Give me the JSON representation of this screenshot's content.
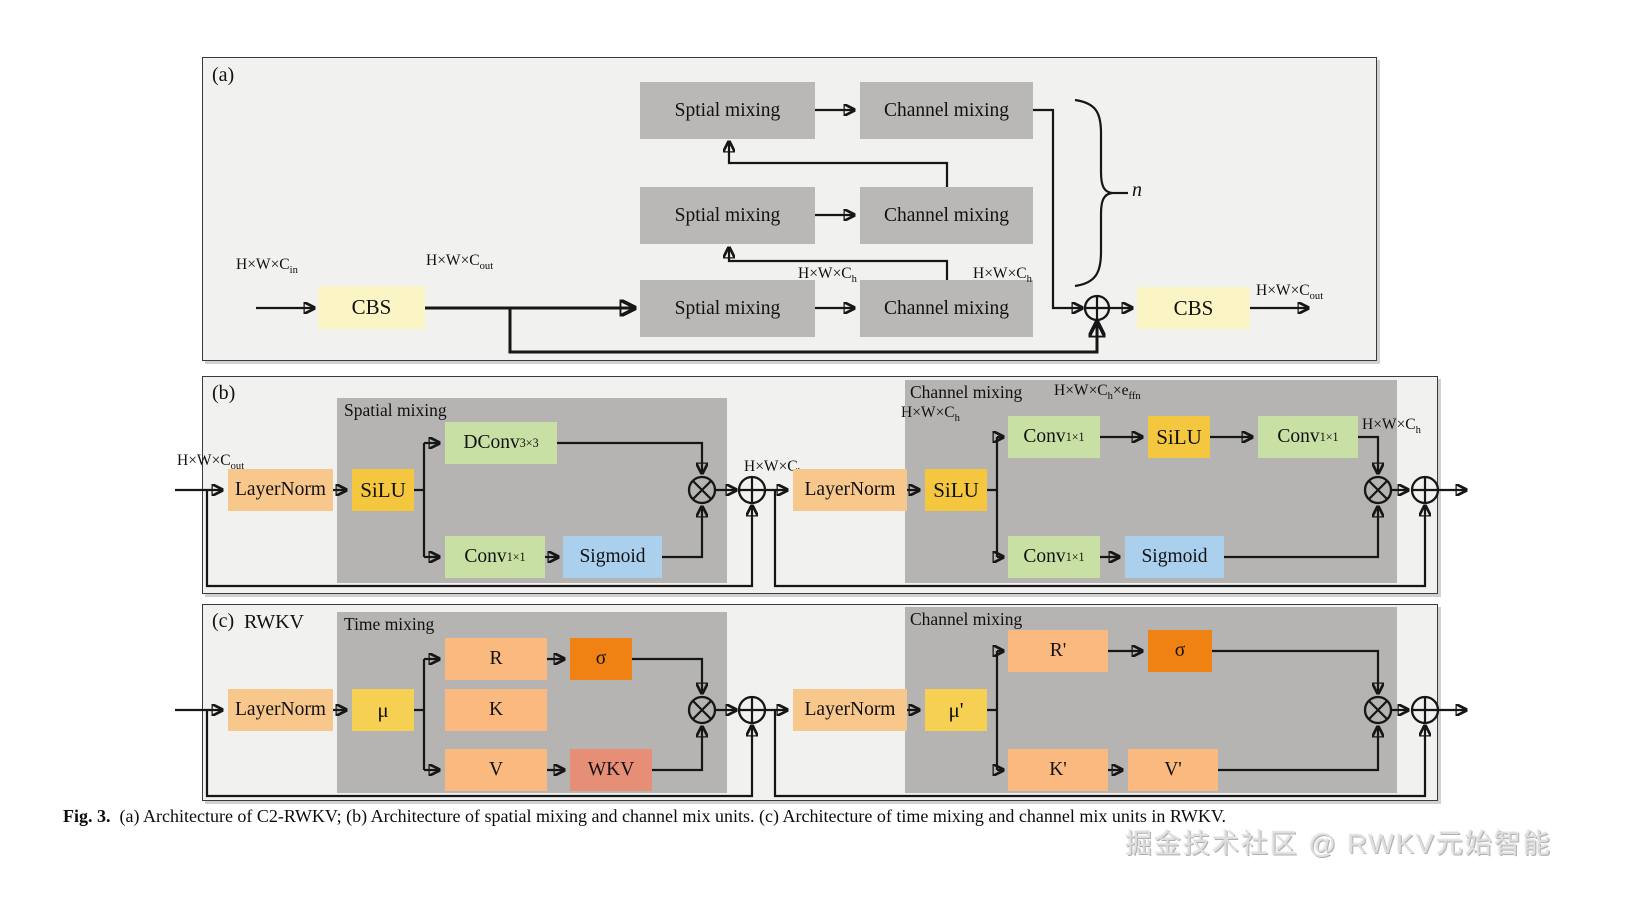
{
  "panel_a": {
    "tag": "(a)",
    "spatial_box": "Sptial mixing",
    "channel_box": "Channel mixing",
    "cbs": "CBS",
    "repeat_label": "n",
    "dim_in": {
      "base": "H×W×C",
      "sub": "in"
    },
    "dim_out": {
      "base": "H×W×C",
      "sub": "out"
    },
    "dim_h": {
      "base": "H×W×C",
      "sub": "h"
    }
  },
  "panel_b": {
    "tag": "(b)",
    "group1": "Spatial mixing",
    "group2": "Channel mixing",
    "layernorm": "LayerNorm",
    "silu": "SiLU",
    "dconv": {
      "base": "DConv",
      "sub": "3×3"
    },
    "conv": {
      "base": "Conv",
      "sub": "1×1"
    },
    "sigmoid": "Sigmoid",
    "dim_out": {
      "base": "H×W×C",
      "sub": "out"
    },
    "dim_h": {
      "base": "H×W×C",
      "sub": "h"
    },
    "dim_effn": {
      "base1": "H×W×C",
      "sub1": "h",
      "base2": "×e",
      "sub2": "ffn"
    }
  },
  "panel_c": {
    "tag": "(c)",
    "subtitle": "RWKV",
    "group1": "Time mixing",
    "group2": "Channel mixing",
    "layernorm": "LayerNorm",
    "mu": "μ",
    "mu_prime": "μ'",
    "r": "R",
    "k": "K",
    "v": "V",
    "sigma": "σ",
    "wkv": "WKV",
    "r_prime": "R'",
    "k_prime": "K'",
    "v_prime": "V'"
  },
  "caption": {
    "label": "Fig. 3.",
    "text": "(a) Architecture of C2-RWKV; (b) Architecture of spatial mixing and channel mix units. (c) Architecture of time mixing and channel mix units in RWKV."
  },
  "watermark": "掘金技术社区 @ RWKV元始智能",
  "colors": {
    "cbs": "#FBF5C6",
    "layernorm": "#F8C78C",
    "silu": "#F5C73F",
    "conv": "#C9E0A4",
    "sigmoid": "#AAD0EE",
    "peach": "#FAB97E",
    "sigma": "#F08213",
    "wkv": "#E78F76",
    "mu": "#F5D052",
    "block": "#B5B4B2",
    "panel": "#F1F1EF",
    "line": "#161616"
  }
}
